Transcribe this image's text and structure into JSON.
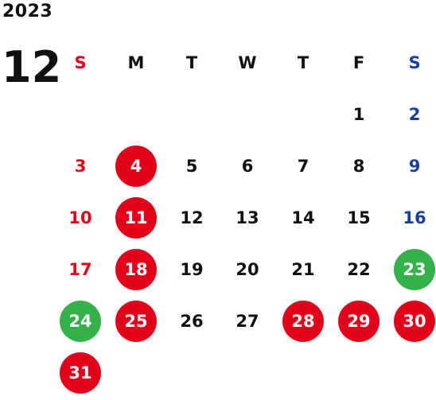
{
  "year": "2023",
  "month": "12",
  "weekdays": [
    "S",
    "M",
    "T",
    "W",
    "T",
    "F",
    "S"
  ],
  "colors": {
    "sunday": "#e2001a",
    "saturday": "#1a3f9a",
    "weekday": "#111111",
    "closed_red": "#e2001a",
    "special_green": "#35b14a"
  },
  "days": [
    {
      "d": "1",
      "col": 5,
      "row": 0,
      "mark": ""
    },
    {
      "d": "2",
      "col": 6,
      "row": 0,
      "mark": ""
    },
    {
      "d": "3",
      "col": 0,
      "row": 1,
      "mark": ""
    },
    {
      "d": "4",
      "col": 1,
      "row": 1,
      "mark": "red"
    },
    {
      "d": "5",
      "col": 2,
      "row": 1,
      "mark": ""
    },
    {
      "d": "6",
      "col": 3,
      "row": 1,
      "mark": ""
    },
    {
      "d": "7",
      "col": 4,
      "row": 1,
      "mark": ""
    },
    {
      "d": "8",
      "col": 5,
      "row": 1,
      "mark": ""
    },
    {
      "d": "9",
      "col": 6,
      "row": 1,
      "mark": ""
    },
    {
      "d": "10",
      "col": 0,
      "row": 2,
      "mark": ""
    },
    {
      "d": "11",
      "col": 1,
      "row": 2,
      "mark": "red"
    },
    {
      "d": "12",
      "col": 2,
      "row": 2,
      "mark": ""
    },
    {
      "d": "13",
      "col": 3,
      "row": 2,
      "mark": ""
    },
    {
      "d": "14",
      "col": 4,
      "row": 2,
      "mark": ""
    },
    {
      "d": "15",
      "col": 5,
      "row": 2,
      "mark": ""
    },
    {
      "d": "16",
      "col": 6,
      "row": 2,
      "mark": ""
    },
    {
      "d": "17",
      "col": 0,
      "row": 3,
      "mark": ""
    },
    {
      "d": "18",
      "col": 1,
      "row": 3,
      "mark": "red"
    },
    {
      "d": "19",
      "col": 2,
      "row": 3,
      "mark": ""
    },
    {
      "d": "20",
      "col": 3,
      "row": 3,
      "mark": ""
    },
    {
      "d": "21",
      "col": 4,
      "row": 3,
      "mark": ""
    },
    {
      "d": "22",
      "col": 5,
      "row": 3,
      "mark": ""
    },
    {
      "d": "23",
      "col": 6,
      "row": 3,
      "mark": "green"
    },
    {
      "d": "24",
      "col": 0,
      "row": 4,
      "mark": "green"
    },
    {
      "d": "25",
      "col": 1,
      "row": 4,
      "mark": "red"
    },
    {
      "d": "26",
      "col": 2,
      "row": 4,
      "mark": ""
    },
    {
      "d": "27",
      "col": 3,
      "row": 4,
      "mark": ""
    },
    {
      "d": "28",
      "col": 4,
      "row": 4,
      "mark": "red"
    },
    {
      "d": "29",
      "col": 5,
      "row": 4,
      "mark": "red"
    },
    {
      "d": "30",
      "col": 6,
      "row": 4,
      "mark": "red"
    },
    {
      "d": "31",
      "col": 0,
      "row": 5,
      "mark": "red"
    }
  ]
}
